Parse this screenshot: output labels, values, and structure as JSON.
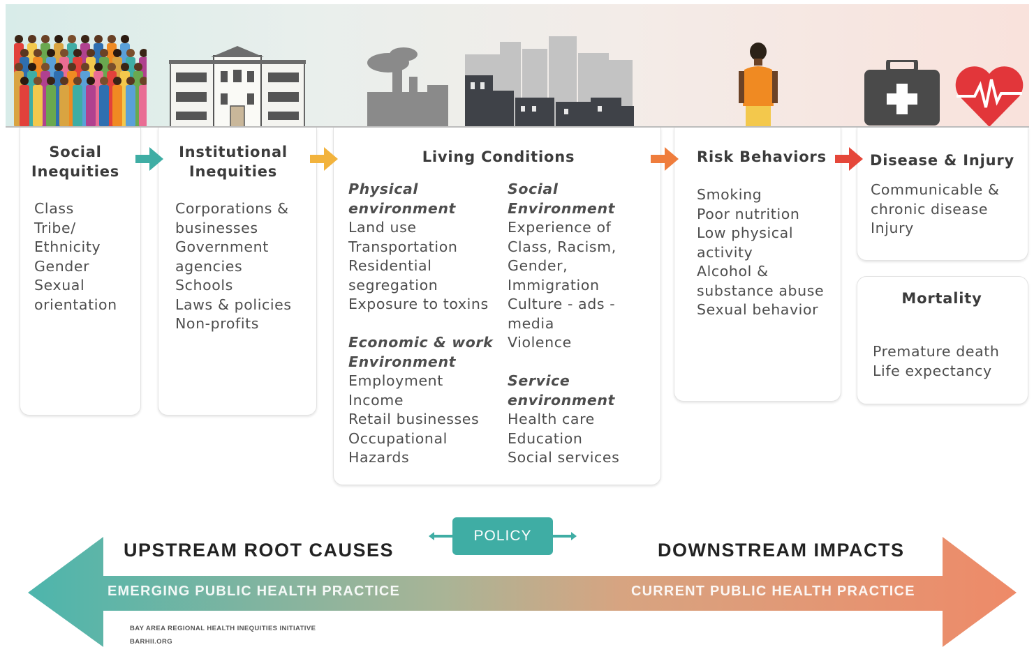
{
  "stages": {
    "social": {
      "title": "Social\nInequities",
      "items": [
        "Class",
        "Tribe/",
        "Ethnicity",
        "Gender",
        "Sexual",
        "orientation"
      ]
    },
    "institutional": {
      "title": "Institutional\nInequities",
      "items": [
        "Corporations &",
        "businesses",
        "Government",
        "agencies",
        "Schools",
        "Laws & policies",
        "Non-profits"
      ]
    },
    "living": {
      "title": "Living Conditions",
      "physical": {
        "heading": [
          "Physical",
          "environment"
        ],
        "items": [
          "Land use",
          "Transportation",
          "Residential",
          "segregation",
          "Exposure to toxins"
        ]
      },
      "economic": {
        "heading": [
          "Economic & work",
          "Environment"
        ],
        "items": [
          "Employment",
          "Income",
          "Retail businesses",
          "Occupational",
          "Hazards"
        ]
      },
      "social_env": {
        "heading": [
          "Social",
          "Environment"
        ],
        "items": [
          "Experience of",
          "Class, Racism,",
          "Gender,",
          "Immigration",
          "Culture - ads -",
          "media",
          "Violence"
        ]
      },
      "service": {
        "heading": [
          "Service",
          "environment"
        ],
        "items": [
          "Health care",
          "Education",
          "Social services"
        ]
      }
    },
    "risk": {
      "title": "Risk Behaviors",
      "items": [
        "Smoking",
        "Poor nutrition",
        "Low physical",
        "activity",
        "Alcohol &",
        "substance abuse",
        "Sexual behavior"
      ]
    },
    "disease": {
      "title": "Disease & Injury",
      "items": [
        "Communicable &",
        "chronic disease",
        "Injury"
      ]
    },
    "mortality": {
      "title": "Mortality",
      "items": [
        "Premature death",
        "Life expectancy"
      ]
    }
  },
  "bottom": {
    "policy": "POLICY",
    "upstream": "UPSTREAM ROOT CAUSES",
    "downstream": "DOWNSTREAM IMPACTS",
    "emerging": "EMERGING PUBLIC HEALTH PRACTICE",
    "current": "CURRENT PUBLIC HEALTH PRACTICE",
    "credit_line1": "BAY AREA REGIONAL HEALTH INEQUITIES INITIATIVE",
    "credit_line2": "BARHII.ORG"
  },
  "colors": {
    "teal": "#3fada4",
    "yellow": "#f2b33d",
    "orange": "#ef7d3c",
    "red": "#e5473a",
    "arrow_right": "#ee8a68"
  },
  "icons": [
    "crowd-icon",
    "building-icon",
    "city-factory-icon",
    "person-icon",
    "first-aid-kit-icon",
    "heartbeat-icon"
  ]
}
